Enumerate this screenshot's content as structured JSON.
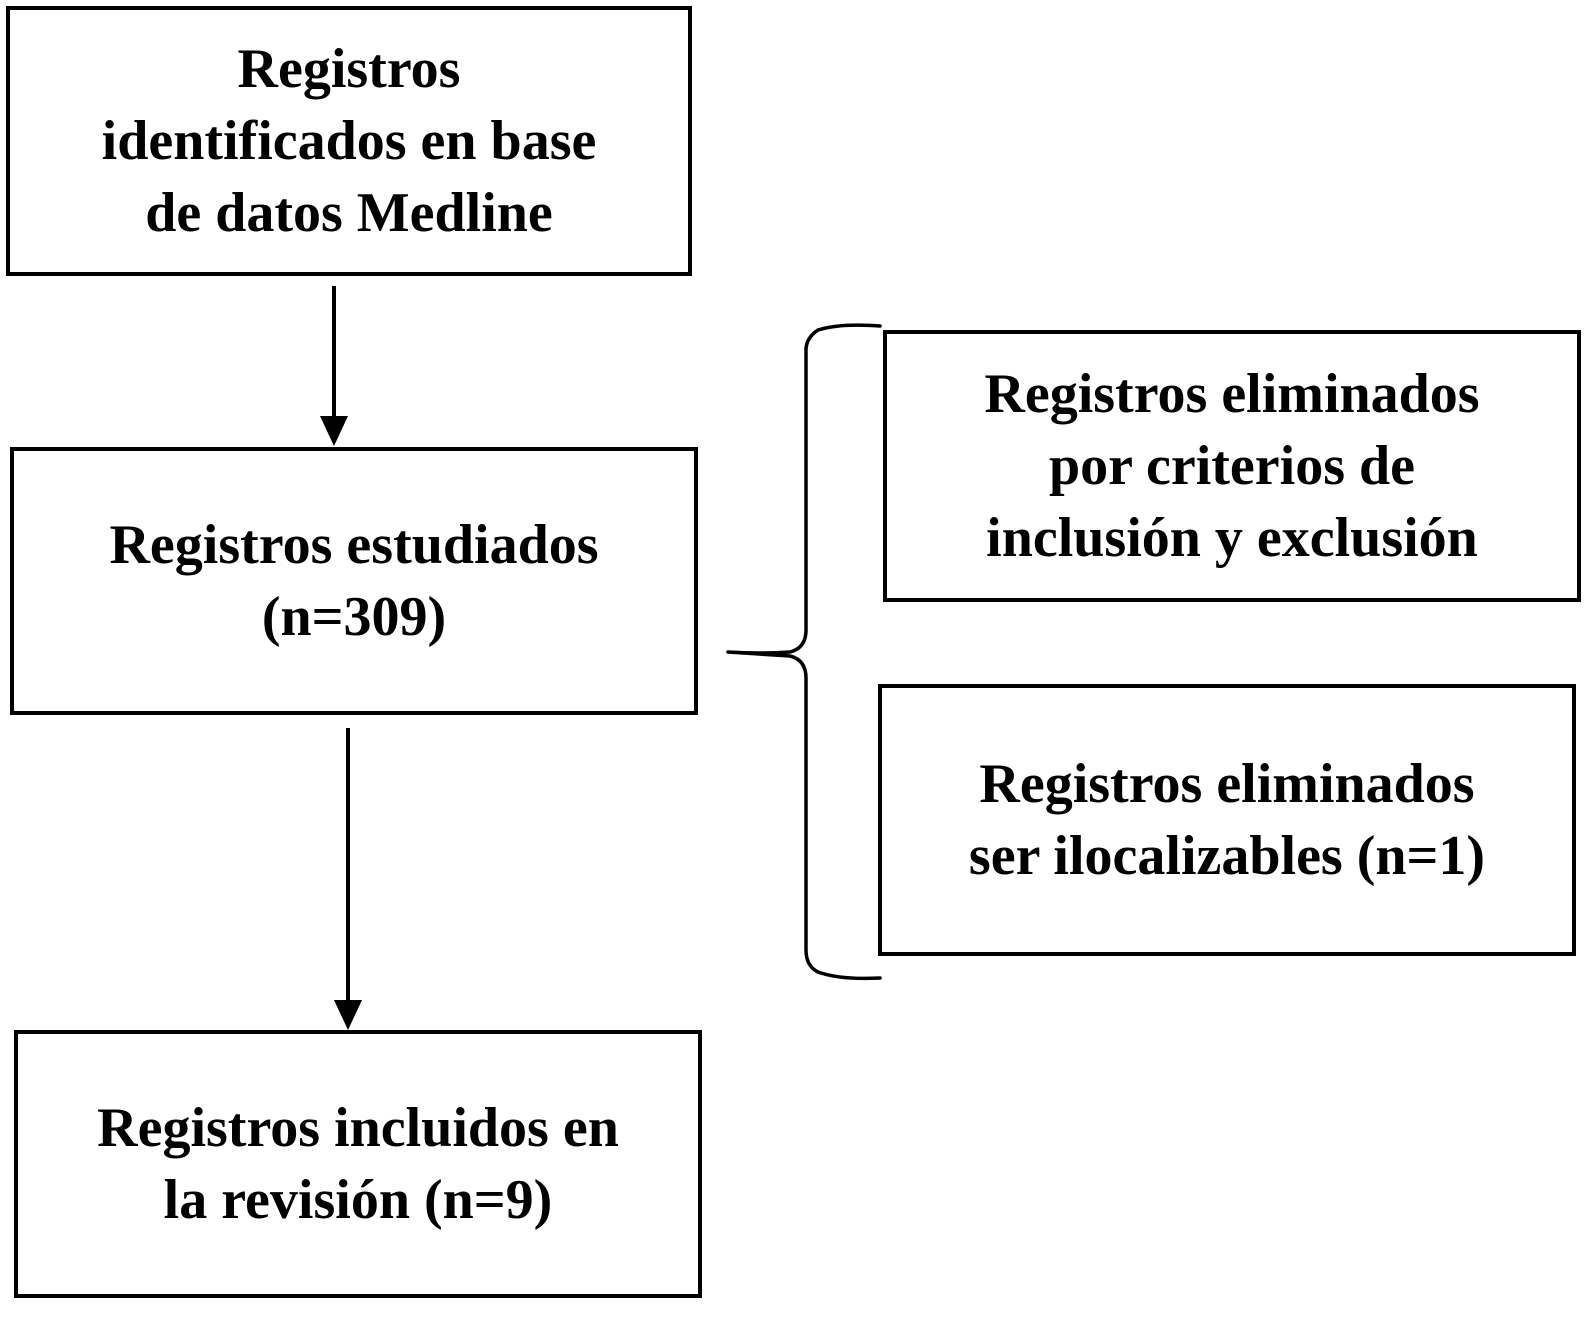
{
  "boxes": {
    "identified": {
      "lines": [
        "Registros",
        "identificados en base",
        "de datos Medline"
      ]
    },
    "studied": {
      "lines": [
        "Registros estudiados",
        "(n=309)"
      ]
    },
    "included": {
      "lines": [
        "Registros incluidos en",
        "la revisión (n=9)"
      ]
    },
    "excluded_criteria": {
      "lines": [
        "Registros eliminados",
        "por criterios de",
        "inclusión y exclusión"
      ]
    },
    "excluded_missing": {
      "lines": [
        "Registros eliminados",
        "ser ilocalizables (n=1)"
      ]
    }
  },
  "colors": {
    "stroke": "#000000",
    "background": "#ffffff"
  }
}
